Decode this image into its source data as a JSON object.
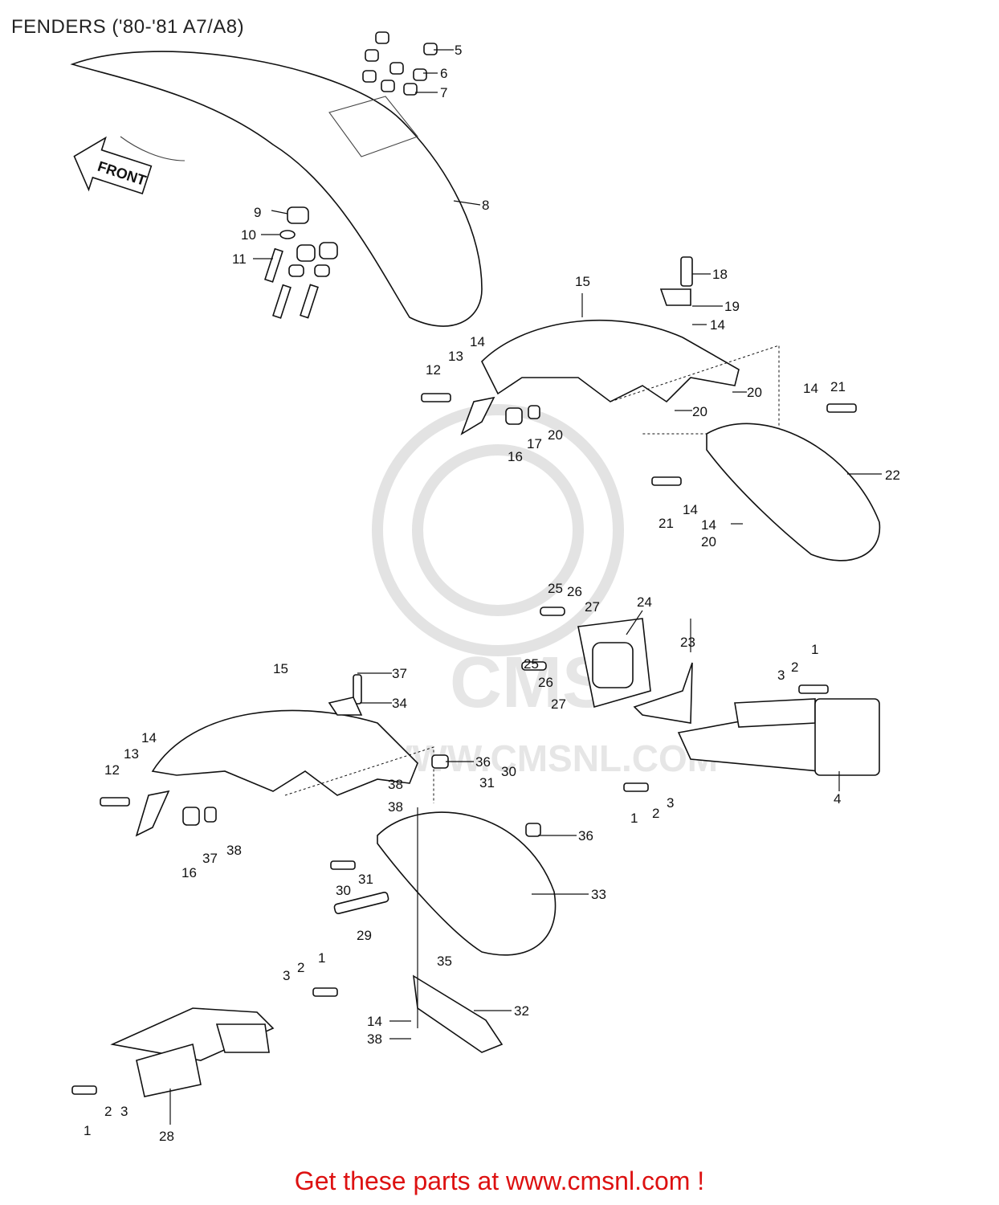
{
  "title": "FENDERS ('80-'81 A7/A8)",
  "footer_link": "Get these parts at www.cmsnl.com !",
  "front_arrow_label": "FRONT",
  "watermark": {
    "logo": "CMS",
    "url": "WWW.CMSNL.COM"
  },
  "colors": {
    "footer_text": "#dd1111",
    "line_art": "#111111",
    "watermark": "#e3e3e3"
  },
  "callouts": [
    {
      "label": "5"
    },
    {
      "label": "6"
    },
    {
      "label": "7"
    },
    {
      "label": "8"
    },
    {
      "label": "9"
    },
    {
      "label": "10"
    },
    {
      "label": "11"
    },
    {
      "label": "15"
    },
    {
      "label": "18"
    },
    {
      "label": "19"
    },
    {
      "label": "14"
    },
    {
      "label": "12"
    },
    {
      "label": "13"
    },
    {
      "label": "14"
    },
    {
      "label": "20"
    },
    {
      "label": "20"
    },
    {
      "label": "16"
    },
    {
      "label": "17"
    },
    {
      "label": "20"
    },
    {
      "label": "14"
    },
    {
      "label": "21"
    },
    {
      "label": "22"
    },
    {
      "label": "21"
    },
    {
      "label": "14"
    },
    {
      "label": "14"
    },
    {
      "label": "20"
    },
    {
      "label": "25"
    },
    {
      "label": "26"
    },
    {
      "label": "27"
    },
    {
      "label": "24"
    },
    {
      "label": "25"
    },
    {
      "label": "26"
    },
    {
      "label": "27"
    },
    {
      "label": "23"
    },
    {
      "label": "1"
    },
    {
      "label": "2"
    },
    {
      "label": "3"
    },
    {
      "label": "4"
    },
    {
      "label": "1"
    },
    {
      "label": "2"
    },
    {
      "label": "3"
    },
    {
      "label": "15"
    },
    {
      "label": "37"
    },
    {
      "label": "34"
    },
    {
      "label": "14"
    },
    {
      "label": "13"
    },
    {
      "label": "12"
    },
    {
      "label": "36"
    },
    {
      "label": "38"
    },
    {
      "label": "38"
    },
    {
      "label": "30"
    },
    {
      "label": "31"
    },
    {
      "label": "16"
    },
    {
      "label": "37"
    },
    {
      "label": "38"
    },
    {
      "label": "36"
    },
    {
      "label": "30"
    },
    {
      "label": "31"
    },
    {
      "label": "33"
    },
    {
      "label": "29"
    },
    {
      "label": "35"
    },
    {
      "label": "32"
    },
    {
      "label": "14"
    },
    {
      "label": "38"
    },
    {
      "label": "3"
    },
    {
      "label": "2"
    },
    {
      "label": "1"
    },
    {
      "label": "1"
    },
    {
      "label": "2"
    },
    {
      "label": "3"
    },
    {
      "label": "28"
    }
  ]
}
